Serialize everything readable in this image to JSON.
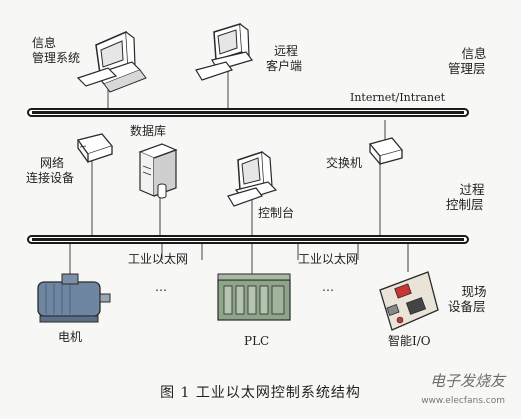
{
  "labels": {
    "info_system": [
      "信息",
      "管理系统"
    ],
    "remote_client": [
      "远程",
      "客户端"
    ],
    "info_layer": [
      "信息",
      "管理层"
    ],
    "internet": "Internet/Intranet",
    "database": "数据库",
    "network_device": [
      "网络",
      "连接设备"
    ],
    "switch": "交换机",
    "console": "控制台",
    "process_layer": [
      "过程",
      "控制层"
    ],
    "ethernet_left": "工业以太网",
    "ethernet_right": "工业以太网",
    "ellipsis_left": "…",
    "ellipsis_right": "…",
    "field_layer": [
      "现场",
      "设备层"
    ],
    "motor": "电机",
    "plc": "PLC",
    "smart_io": "智能I/O"
  },
  "caption": "图 1    工业以太网控制系统结构",
  "watermark": {
    "logo": "电子发烧友",
    "url": "www.elecfans.com"
  },
  "colors": {
    "bus": "#1a1a1a",
    "line": "#444444",
    "device_stroke": "#2a2a2a",
    "plc_green": "#8fa58a",
    "motor_blue": "#6f86a2"
  }
}
